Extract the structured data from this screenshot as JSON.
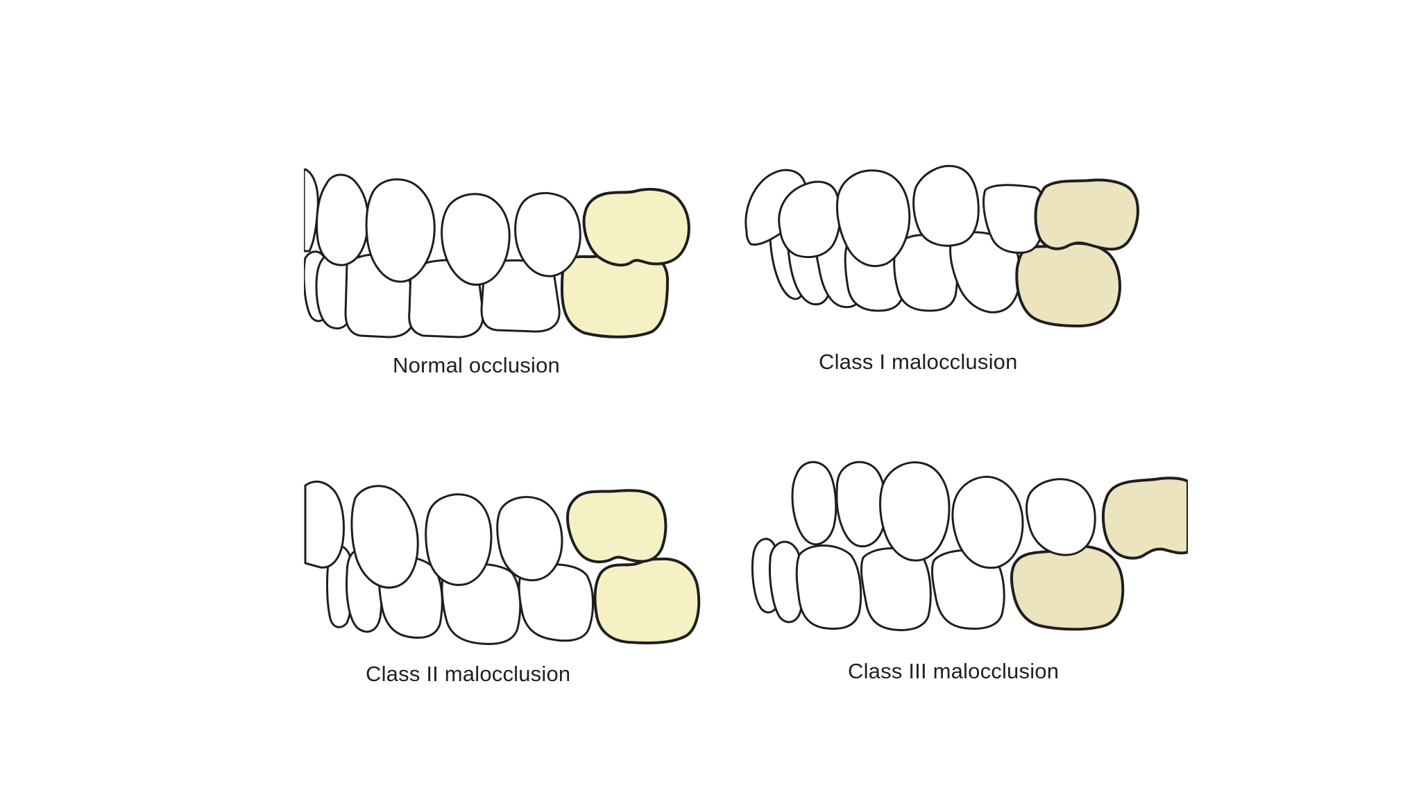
{
  "panels": [
    {
      "id": "normal",
      "caption": "Normal occlusion"
    },
    {
      "id": "class1",
      "caption": "Class I malocclusion"
    },
    {
      "id": "class2",
      "caption": "Class II malocclusion"
    },
    {
      "id": "class3",
      "caption": "Class III malocclusion"
    }
  ],
  "colors": {
    "highlight_light": "#f6f1c4",
    "highlight_tan": "#ece3bf",
    "outline": "#1e1e1e",
    "background": "#ffffff"
  }
}
